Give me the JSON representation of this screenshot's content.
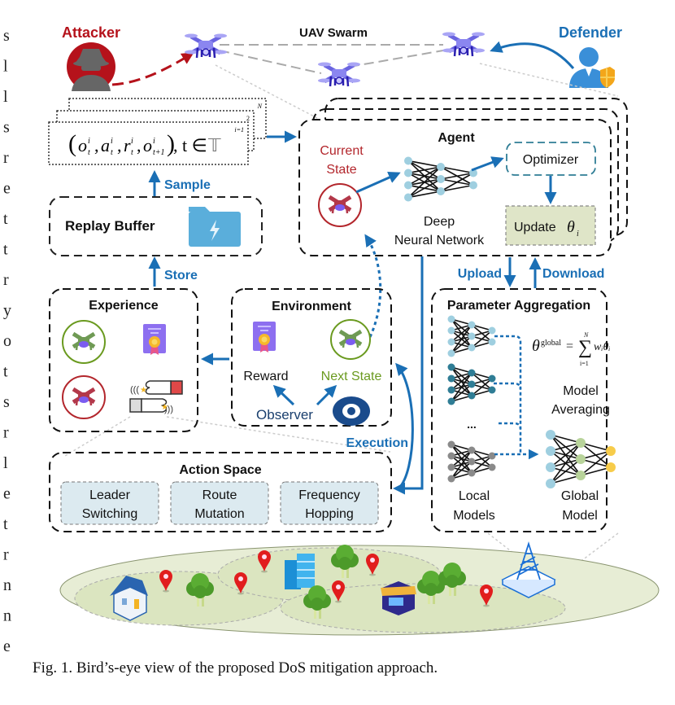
{
  "margin_text": [
    "s",
    "l",
    "l",
    "s",
    "r",
    "e",
    "t",
    "t",
    "r",
    "y",
    "o",
    "t",
    "s",
    "r",
    "l",
    "e",
    "t",
    "r",
    "n",
    "n",
    "e"
  ],
  "top": {
    "attacker_label": "Attacker",
    "swarm_label": "UAV Swarm",
    "defender_label": "Defender"
  },
  "transitions": {
    "tuple": "(oᵢₜ, aᵢₜ, rᵢₜ, oᵢₜ₊₁), t ∈ 𝕋",
    "tuple_parts": [
      "(",
      "o",
      "a",
      "r",
      "o",
      ")",
      ", t ∈ ",
      "𝕋"
    ],
    "stack_labels": [
      "i=1",
      "2",
      "N"
    ]
  },
  "replay": {
    "sample_label": "Sample",
    "title": "Replay Buffer",
    "store_label": "Store"
  },
  "agent": {
    "title": "Agent",
    "current_state_line1": "Current",
    "current_state_line2": "State",
    "dnn_line1": "Deep",
    "dnn_line2": "Neural Network",
    "optimizer": "Optimizer",
    "update": "Update",
    "update_symbol": "θ",
    "update_sub": "i"
  },
  "links": {
    "upload": "Upload",
    "download": "Download",
    "execution": "Execution"
  },
  "experience": {
    "title": "Experience"
  },
  "environment": {
    "title": "Environment",
    "reward": "Reward",
    "next_state": "Next State",
    "observer": "Observer"
  },
  "aggregation": {
    "title": "Parameter Aggregation",
    "formula_lhs": "θ",
    "formula_sup": "global",
    "formula_eq": "=",
    "formula_sum": "∑",
    "formula_top": "N",
    "formula_bottom": "i=1",
    "formula_rhs": "wᵢθᵢ",
    "averaging_line1": "Model",
    "averaging_line2": "Averaging",
    "ellipsis": "...",
    "local_line1": "Local",
    "local_line2": "Models",
    "global_line1": "Global",
    "global_line2": "Model"
  },
  "action_space": {
    "title": "Action Space",
    "actions": [
      {
        "line1": "Leader",
        "line2": "Switching"
      },
      {
        "line1": "Route",
        "line2": "Mutation"
      },
      {
        "line1": "Frequency",
        "line2": "Hopping"
      }
    ]
  },
  "caption": "Fig. 1.  Bird’s-eye view of the proposed DoS mitigation approach.",
  "colors": {
    "attacker_red": "#b5121b",
    "accent_blue": "#1a6fb5",
    "next_state_green": "#6a9a1f",
    "current_state_red": "#b3262c",
    "update_fill": "#dfe5c8",
    "action_fill": "#dceaf0",
    "drone_purple": "#8b86f0",
    "ground_fill": "#e7edd5",
    "folder_blue": "#5aaedb",
    "certificate_purple": "#8d6ff0",
    "eye_navy": "#1a4b8c",
    "nn_light": "#9fcfe0",
    "nn_teal": "#2f7d95",
    "nn_gray": "#8a8a8a",
    "nn_green": "#b8d39a",
    "nn_yellow": "#f7cc4a"
  }
}
